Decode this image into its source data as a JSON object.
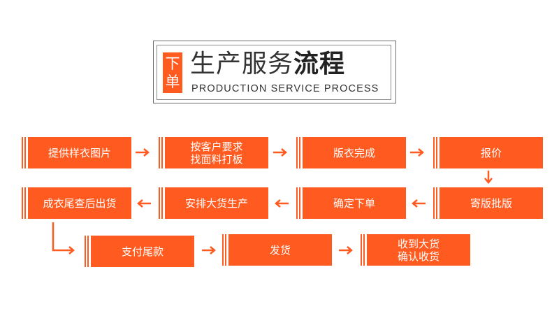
{
  "colors": {
    "accent": "#ff5a1f",
    "text": "#333333",
    "frame": "#6b6b6b"
  },
  "title": {
    "badge": [
      "下",
      "单"
    ],
    "main_light": "生产服务",
    "main_bold": "流程",
    "subtitle": "PRODUCTION SERVICE PROCESS"
  },
  "steps": {
    "s1": "提供样衣图片",
    "s2": [
      "按客户要求",
      "找面料打板"
    ],
    "s3": "版衣完成",
    "s4": "报价",
    "s5": "寄版批版",
    "s6": "确定下单",
    "s7": "安排大货生产",
    "s8": "成衣尾查后出货",
    "s9": "支付尾款",
    "s10": "发货",
    "s11": [
      "收到大货",
      "确认收货"
    ]
  }
}
